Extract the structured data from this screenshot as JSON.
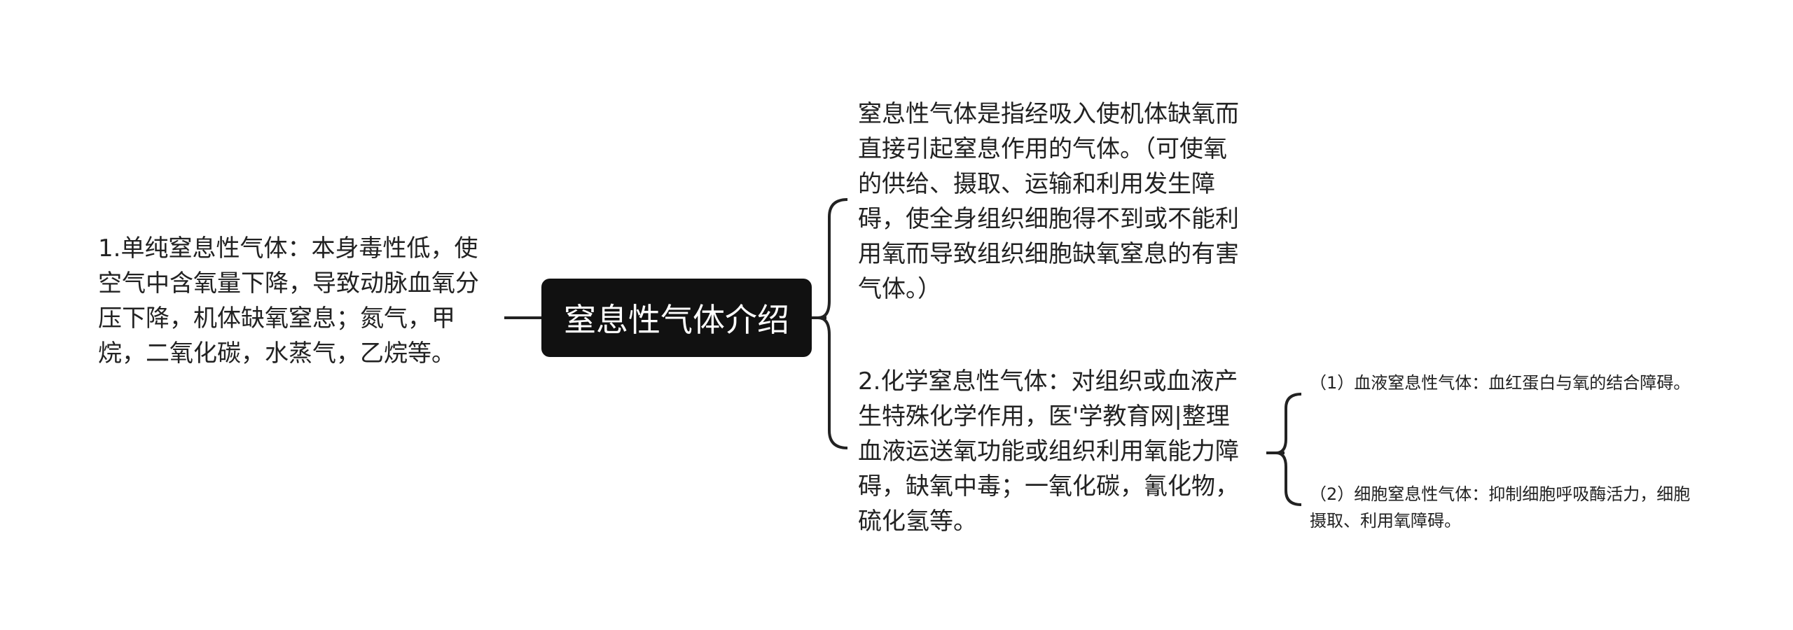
{
  "root": {
    "label": "窒息性气体介绍"
  },
  "left": {
    "text": "1.单纯窒息性气体：本身毒性低，使空气中含氧量下降，导致动脉血氧分压下降，机体缺氧窒息；氮气，甲烷，二氧化碳，水蒸气，乙烷等。"
  },
  "right": {
    "definition": "窒息性气体是指经吸入使机体缺氧而直接引起窒息作用的气体。（可使氧的供给、摄取、运输和利用发生障碍，使全身组织细胞得不到或不能利用氧而导致组织细胞缺氧窒息的有害气体。）",
    "chemical": "2.化学窒息性气体：对组织或血液产生特殊化学作用，医'学教育网|整理血液运送氧功能或组织利用氧能力障碍，缺氧中毒；一氧化碳，氰化物，硫化氢等。"
  },
  "sub": {
    "item1": "（1）血液窒息性气体：血红蛋白与氧的结合障碍。",
    "item2": "（2）细胞窒息性气体：抑制细胞呼吸酶活力，细胞摄取、利用氧障碍。"
  }
}
